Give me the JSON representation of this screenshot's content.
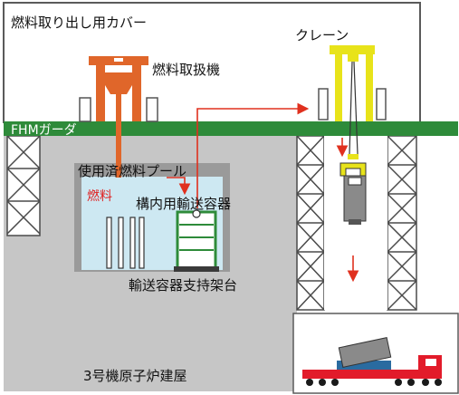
{
  "labels": {
    "fuel_cover": "燃料取り出し用カバー",
    "crane": "クレーン",
    "fuel_handling_machine": "燃料取扱機",
    "fhm_girder": "FHMガーダ",
    "spent_fuel_pool": "使用済燃料プール",
    "fuel": "燃料",
    "onsite_cask": "構内用輸送容器",
    "cask_support_stand": "輸送容器支持架台",
    "reactor_building": "3号機原子炉建屋"
  },
  "colors": {
    "cover_line": "#5a5a5a",
    "girder_green": "#2e8b3a",
    "fhm_orange": "#e0662a",
    "crane_yellow": "#e8e31a",
    "building_gray": "#c6c6c6",
    "pool_water": "#cde8f2",
    "truck_red": "#e21b2a",
    "arrow_red": "#e0301e",
    "fuel_label_red": "#e02020",
    "truss_gray": "#8a8a8a"
  }
}
